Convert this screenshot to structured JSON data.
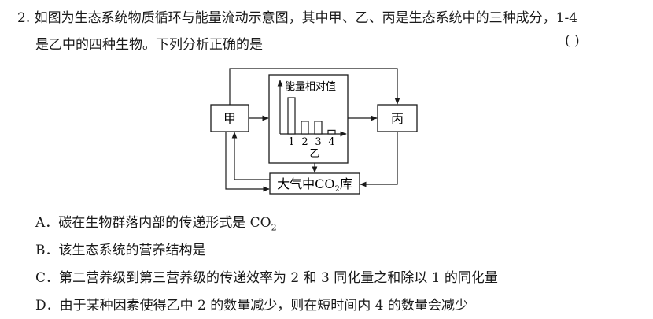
{
  "question": {
    "line1": "2. 如图为生态系统物质循环与能量流动示意图，其中甲、乙、丙是生态系统中的三种成分，1-4",
    "line2": "是乙中的四种生物。下列分析正确的是",
    "paren": "(        )"
  },
  "diagram": {
    "node_a": "甲",
    "node_b": "丙",
    "node_c": "乙",
    "co2_prefix": "大气中CO",
    "co2_sub": "2",
    "co2_suffix": "库",
    "chart_ylabel": "能量相对值"
  },
  "chart_data": {
    "type": "bar",
    "categories": [
      "1",
      "2",
      "3",
      "4"
    ],
    "values": [
      100,
      35,
      35,
      10
    ],
    "ylabel": "能量相对值",
    "title": "",
    "xlabel": ""
  },
  "options": {
    "a_prefix": "A．碳在生物群落内部的传递形式是 CO",
    "a_sub": "2",
    "b": "B．该生态系统的营养结构是",
    "c": "C．第二营养级到第三营养级的传递效率为 2 和 3 同化量之和除以 1 的同化量",
    "d": "D．由于某种因素使得乙中 2 的数量减少，则在短时间内 4 的数量会减少"
  }
}
